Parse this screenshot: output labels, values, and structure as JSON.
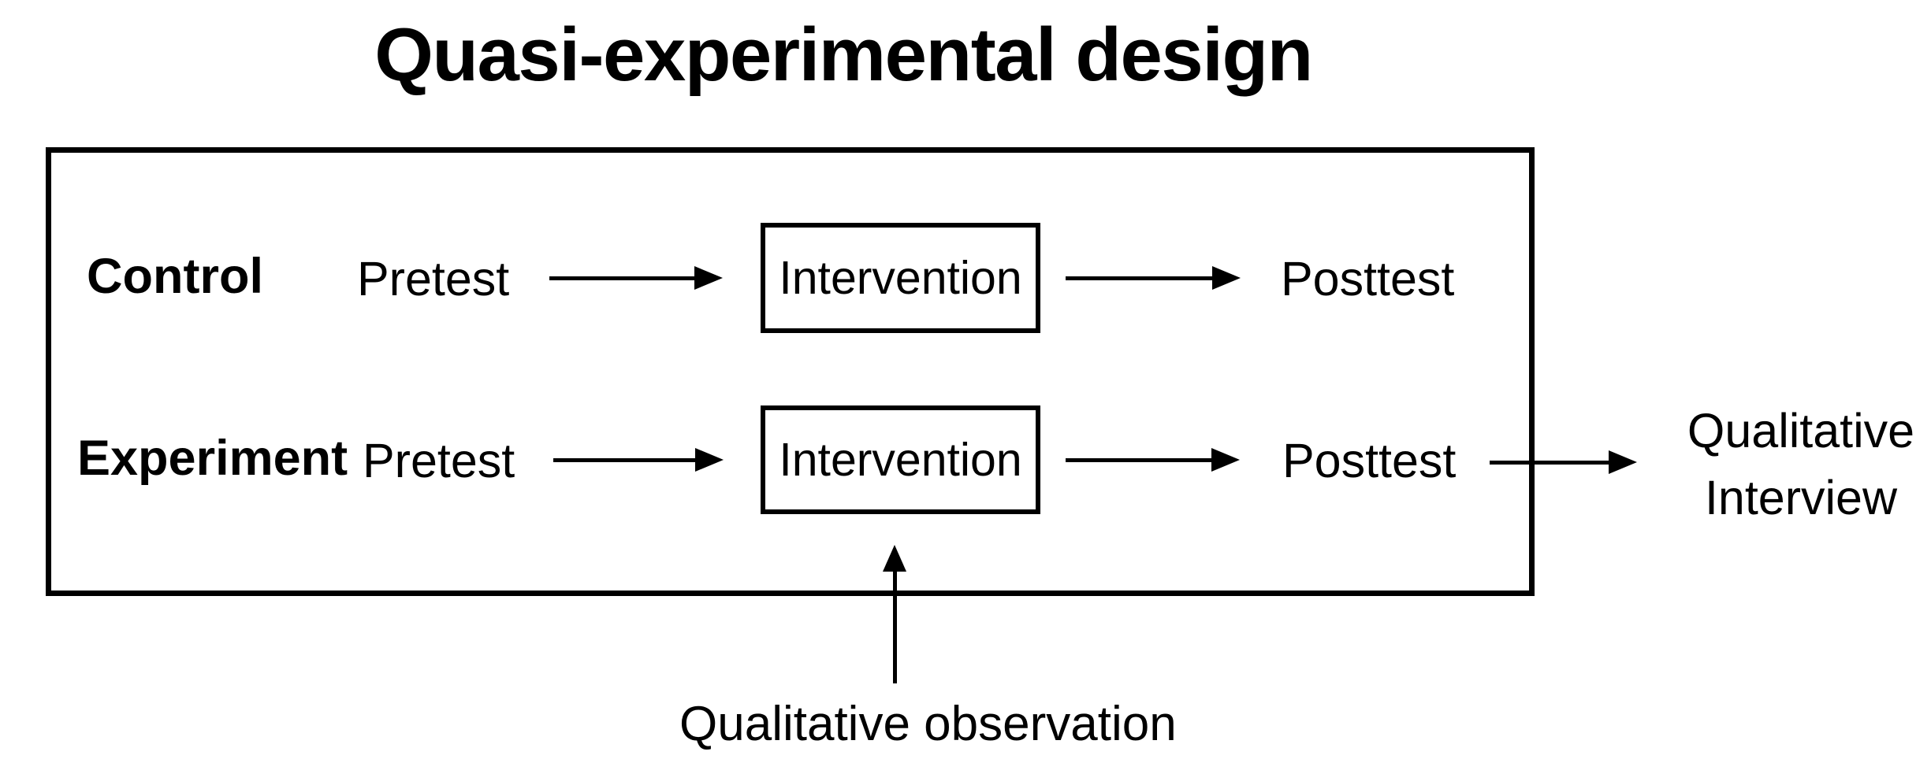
{
  "title": "Quasi-experimental design",
  "rows": [
    {
      "label": "Control",
      "pretest": "Pretest",
      "intervention": "Intervention",
      "posttest": "Posttest"
    },
    {
      "label": "Experiment",
      "pretest": "Pretest",
      "intervention": "Intervention",
      "posttest": "Posttest"
    }
  ],
  "outside_label": {
    "line1": "Qualitative",
    "line2": "Interview"
  },
  "bottom_label": "Qualitative observation",
  "colors": {
    "ink": "#000000",
    "background": "#ffffff"
  }
}
